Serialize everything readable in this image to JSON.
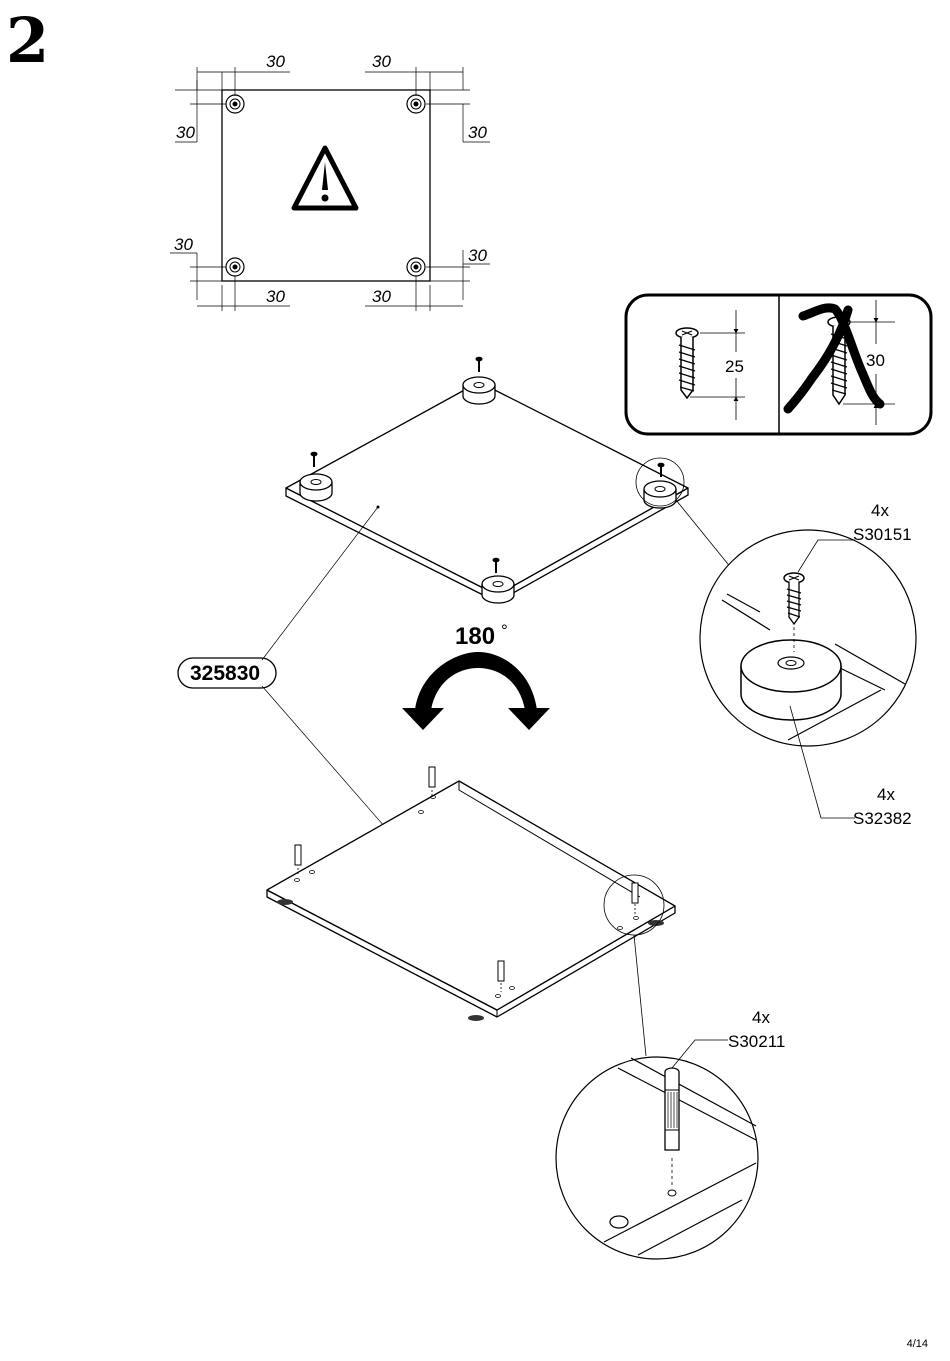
{
  "step": "2",
  "page": "4/14",
  "top_plan": {
    "dim_top_left": "30",
    "dim_top_right": "30",
    "dim_left_top": "30",
    "dim_right_top": "30",
    "dim_left_bottom": "30",
    "dim_right_bottom": "30",
    "dim_bottom_left": "30",
    "dim_bottom_right": "30"
  },
  "screw_check": {
    "ok_length": "25",
    "bad_length": "30"
  },
  "rotation": {
    "angle": "180",
    "unit": "°"
  },
  "part_label": "325830",
  "callouts": {
    "screw": {
      "qty": "4x",
      "code": "S30151"
    },
    "foot": {
      "qty": "4x",
      "code": "S32382"
    },
    "dowel": {
      "qty": "4x",
      "code": "S30211"
    }
  }
}
